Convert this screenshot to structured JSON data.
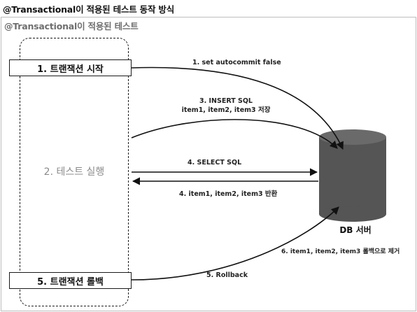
{
  "title": "@Transactional이 적용된 테스트 동작 방식",
  "frame_title": "@Transactional이 적용된 테스트",
  "steps": {
    "start": "1. 트랜잭션 시작",
    "run": "2. 테스트 실행",
    "rollback": "5. 트랜잭션 롤백"
  },
  "arrows": {
    "autocommit": "1. set autocommit false",
    "insert_line1": "3. INSERT SQL",
    "insert_line2": "item1, item2, item3 저장",
    "select": "4. SELECT SQL",
    "result": "4. item1, item2, item3 반환",
    "rollback": "5. Rollback",
    "db_rollback": "6. item1, item2, item3 롤백으로 제거"
  },
  "db": {
    "label": "DB 서버"
  }
}
